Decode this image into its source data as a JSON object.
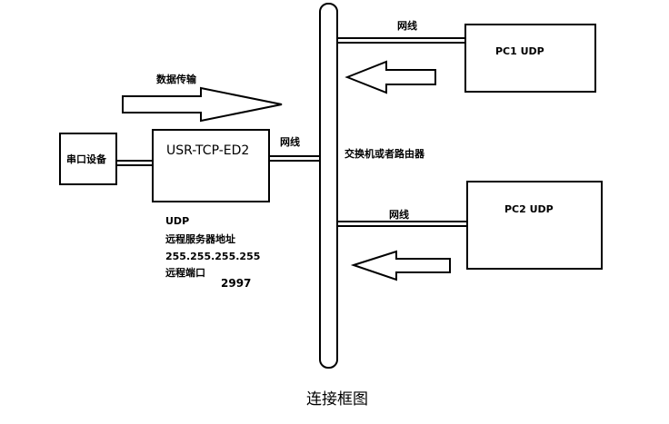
{
  "diagram": {
    "caption": "连接框图",
    "switch_label": "交换机或者路由器",
    "data_flow_label": "数据传输",
    "serial_device": "串口设备",
    "usr_device": "USR-TCP-ED2",
    "pc1": "PC1 UDP",
    "pc2": "PC2 UDP",
    "cable_labels": {
      "usr_to_switch": "网线",
      "pc1_to_switch": "网线",
      "pc2_to_switch": "网线"
    },
    "config": {
      "protocol": "UDP",
      "remote_server_label": "远程服务器地址",
      "remote_server_ip": "255.255.255.255",
      "remote_port_label": "远程端口",
      "remote_port": "2997"
    }
  }
}
